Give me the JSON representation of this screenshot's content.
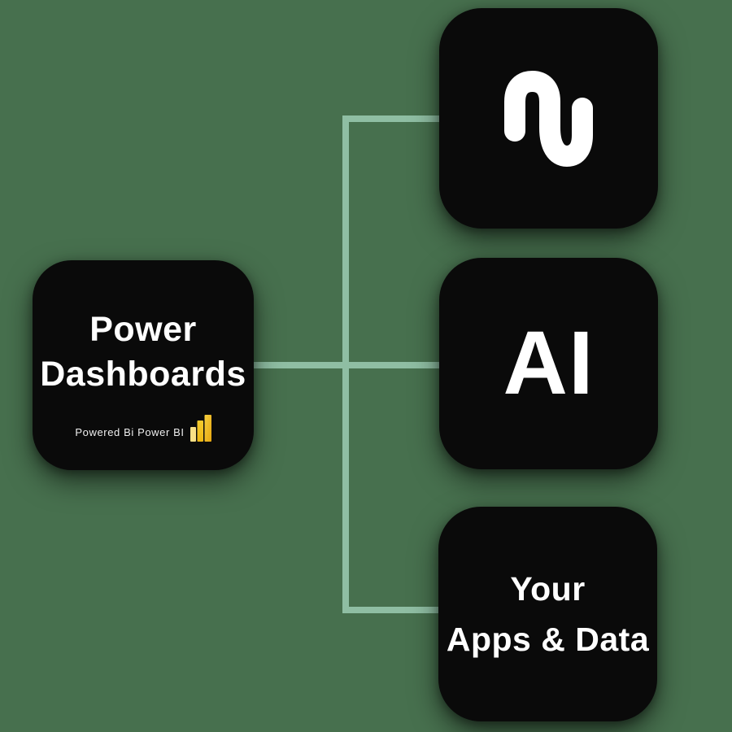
{
  "diagram": {
    "background_color": "#47704E",
    "connector_color": "#8FBEA3",
    "node_color": "#0A0A0A",
    "text_color": "#FFFFFF",
    "nodes": {
      "power_dashboards": {
        "title_line1": "Power",
        "title_line2": "Dashboards",
        "caption": "Powered Bi Power BI",
        "caption_icon": "power-bi-icon",
        "icon_colors": {
          "bar_small": "#F9E086",
          "bar_medium_top": "#F4CB2E",
          "bar_medium_bottom": "#EDB714",
          "bar_tall_top": "#F6CF3F",
          "bar_tall_bottom": "#E6A610"
        }
      },
      "nu_logo_box": {
        "icon": "nu-logo-icon",
        "icon_color": "#FFFFFF"
      },
      "ai_box": {
        "label": "AI"
      },
      "your_apps_data": {
        "title_line1": "Your",
        "title_line2": "Apps & Data"
      }
    }
  }
}
